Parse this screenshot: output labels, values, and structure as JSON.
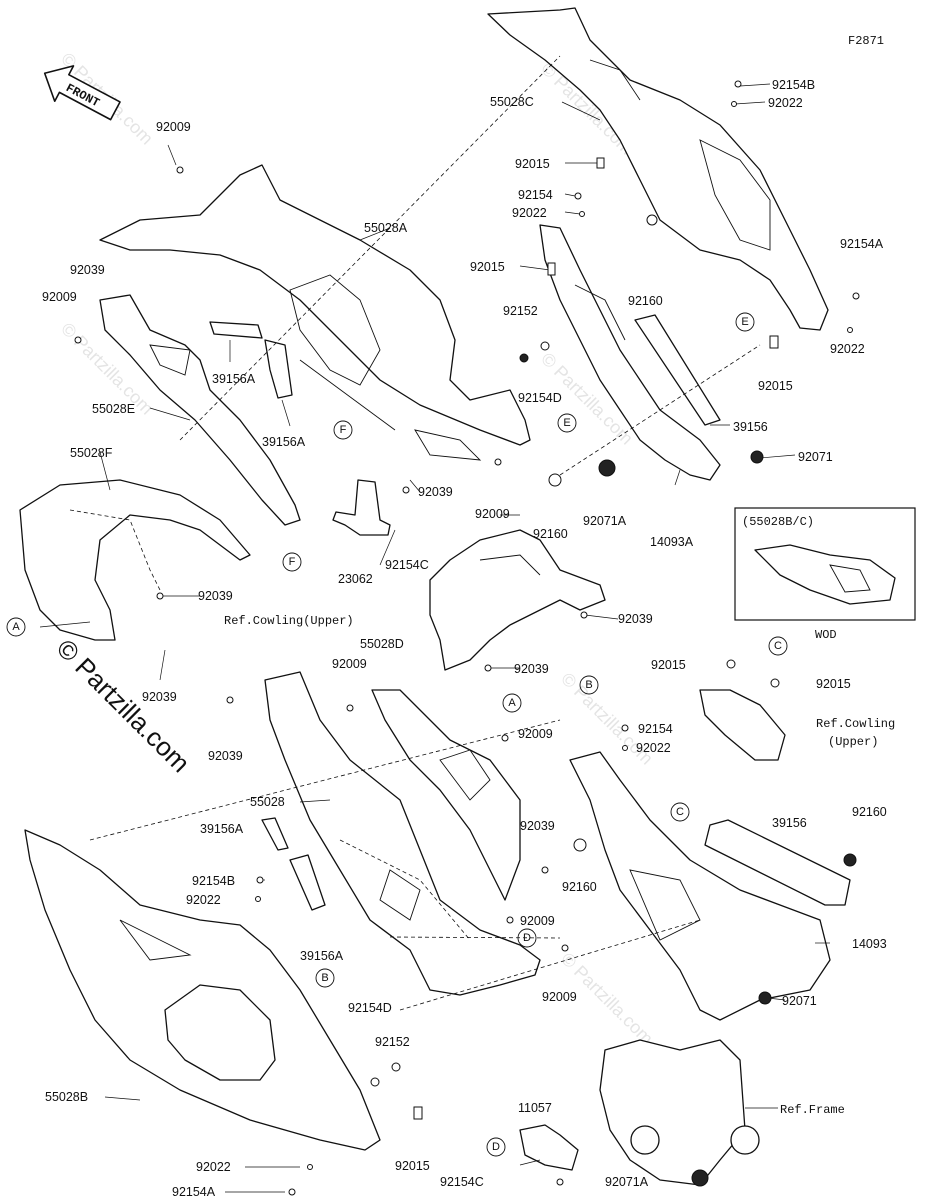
{
  "diagram_code": "F2871",
  "front_label": "FRONT",
  "watermark": "© Partzilla.com",
  "wod_box": {
    "title": "(55028B/C)",
    "caption": "WOD"
  },
  "refs": {
    "cowling_upper": "Ref.Cowling(Upper)",
    "cowling_upper_line1": "Ref.Cowling",
    "cowling_upper_line2": "(Upper)",
    "frame": "Ref.Frame"
  },
  "callouts": [
    "A",
    "B",
    "C",
    "D",
    "E",
    "F"
  ],
  "labels": {
    "p55028C": "55028C",
    "p92154B_top": "92154B",
    "p92022_top": "92022",
    "p92015_1": "92015",
    "p92154_1": "92154",
    "p92022_2": "92022",
    "p92015_2": "92015",
    "p92152_1": "92152",
    "p92154D_1": "92154D",
    "p92160_1": "92160",
    "p92154A_1": "92154A",
    "p92022_3": "92022",
    "p92015_3": "92015",
    "p39156_1": "39156",
    "p92071_1": "92071",
    "p92160_2": "92160",
    "p92071A_1": "92071A",
    "p14093A": "14093A",
    "p92009_1": "92009",
    "p92039_1": "92039",
    "p92009_2": "92009",
    "p55028A": "55028A",
    "p39156A_1": "39156A",
    "p55028E": "55028E",
    "p39156A_2": "39156A",
    "p55028F": "55028F",
    "p92039_2": "92039",
    "p92009_3": "92009",
    "p92154C_1": "92154C",
    "p23062": "23062",
    "p92039_3": "92039",
    "p92039_4": "92039",
    "p92039_5": "92039",
    "p92039_6": "92039",
    "p55028D": "55028D",
    "p92009_4": "92009",
    "p92039_7": "92039",
    "p92009_5": "92009",
    "p92015_4": "92015",
    "p92015_5": "92015",
    "p92154_2": "92154",
    "p92022_4": "92022",
    "p55028": "55028",
    "p39156A_3": "39156A",
    "p92154B_2": "92154B",
    "p92022_5": "92022",
    "p39156A_4": "39156A",
    "p92039_8": "92039",
    "p92160_3": "92160",
    "p39156_2": "39156",
    "p92160_4": "92160",
    "p14093": "14093",
    "p92009_6": "92009",
    "p92154D_2": "92154D",
    "p92009_7": "92009",
    "p92152_2": "92152",
    "p92071_2": "92071",
    "p55028B": "55028B",
    "p92015_6": "92015",
    "p11057": "11057",
    "p92022_6": "92022",
    "p92154A_2": "92154A",
    "p92154C_2": "92154C",
    "p92071A_2": "92071A"
  }
}
